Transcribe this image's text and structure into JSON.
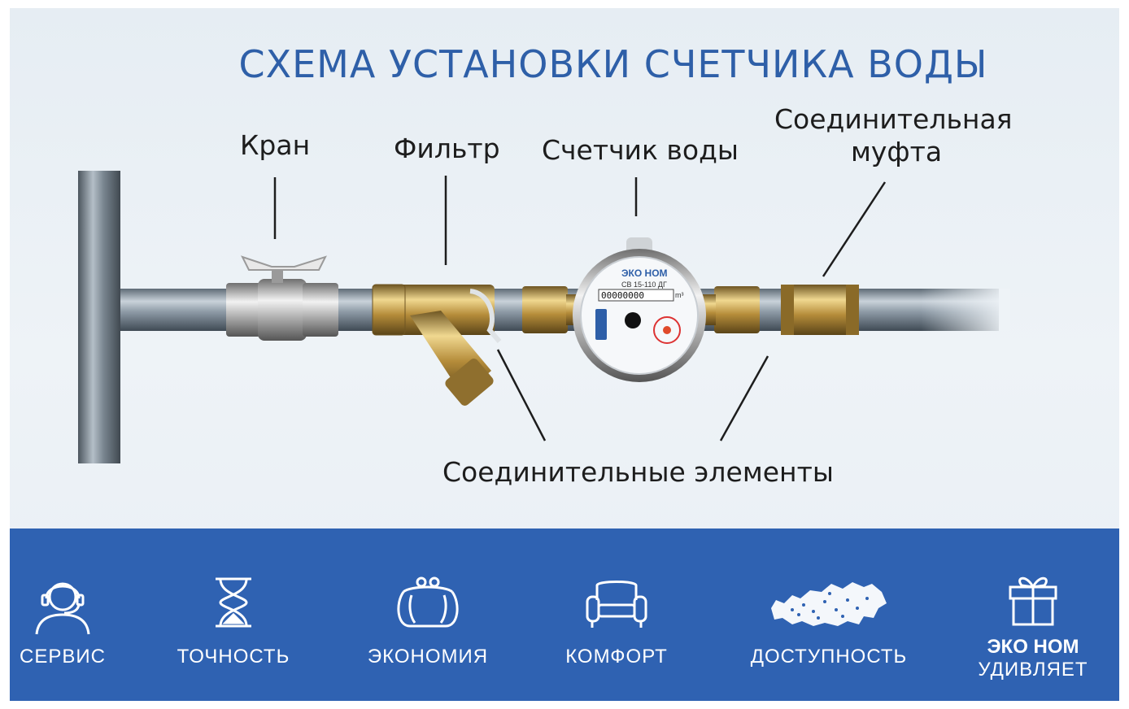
{
  "title": "СХЕМА УСТАНОВКИ СЧЕТЧИКА ВОДЫ",
  "labels": {
    "tap": "Кран",
    "filter": "Фильтр",
    "meter": "Счетчик воды",
    "coupling_line1": "Соединительная",
    "coupling_line2": "муфта",
    "connectors": "Соединительные элементы"
  },
  "meter_face": {
    "brand": "ЭКО НОМ",
    "model": "СВ 15-110 ДГ",
    "unit": "m³",
    "digits": "00000000"
  },
  "features": [
    {
      "label": "СЕРВИС",
      "icon": "headset-operator-icon"
    },
    {
      "label": "ТОЧНОСТЬ",
      "icon": "hourglass-icon"
    },
    {
      "label": "ЭКОНОМИЯ",
      "icon": "purse-icon"
    },
    {
      "label": "КОМФОРТ",
      "icon": "armchair-icon"
    },
    {
      "label": "ДОСТУПНОСТЬ",
      "icon": "russia-map-icon"
    }
  ],
  "brand": {
    "line1": "ЭКО НОМ",
    "line2": "УДИВЛЯЕТ",
    "icon": "gift-icon"
  },
  "colors": {
    "title": "#2e5fa8",
    "footer": "#2f62b2",
    "brass": "#c9a54f",
    "pipe": "#8c9aa6"
  }
}
